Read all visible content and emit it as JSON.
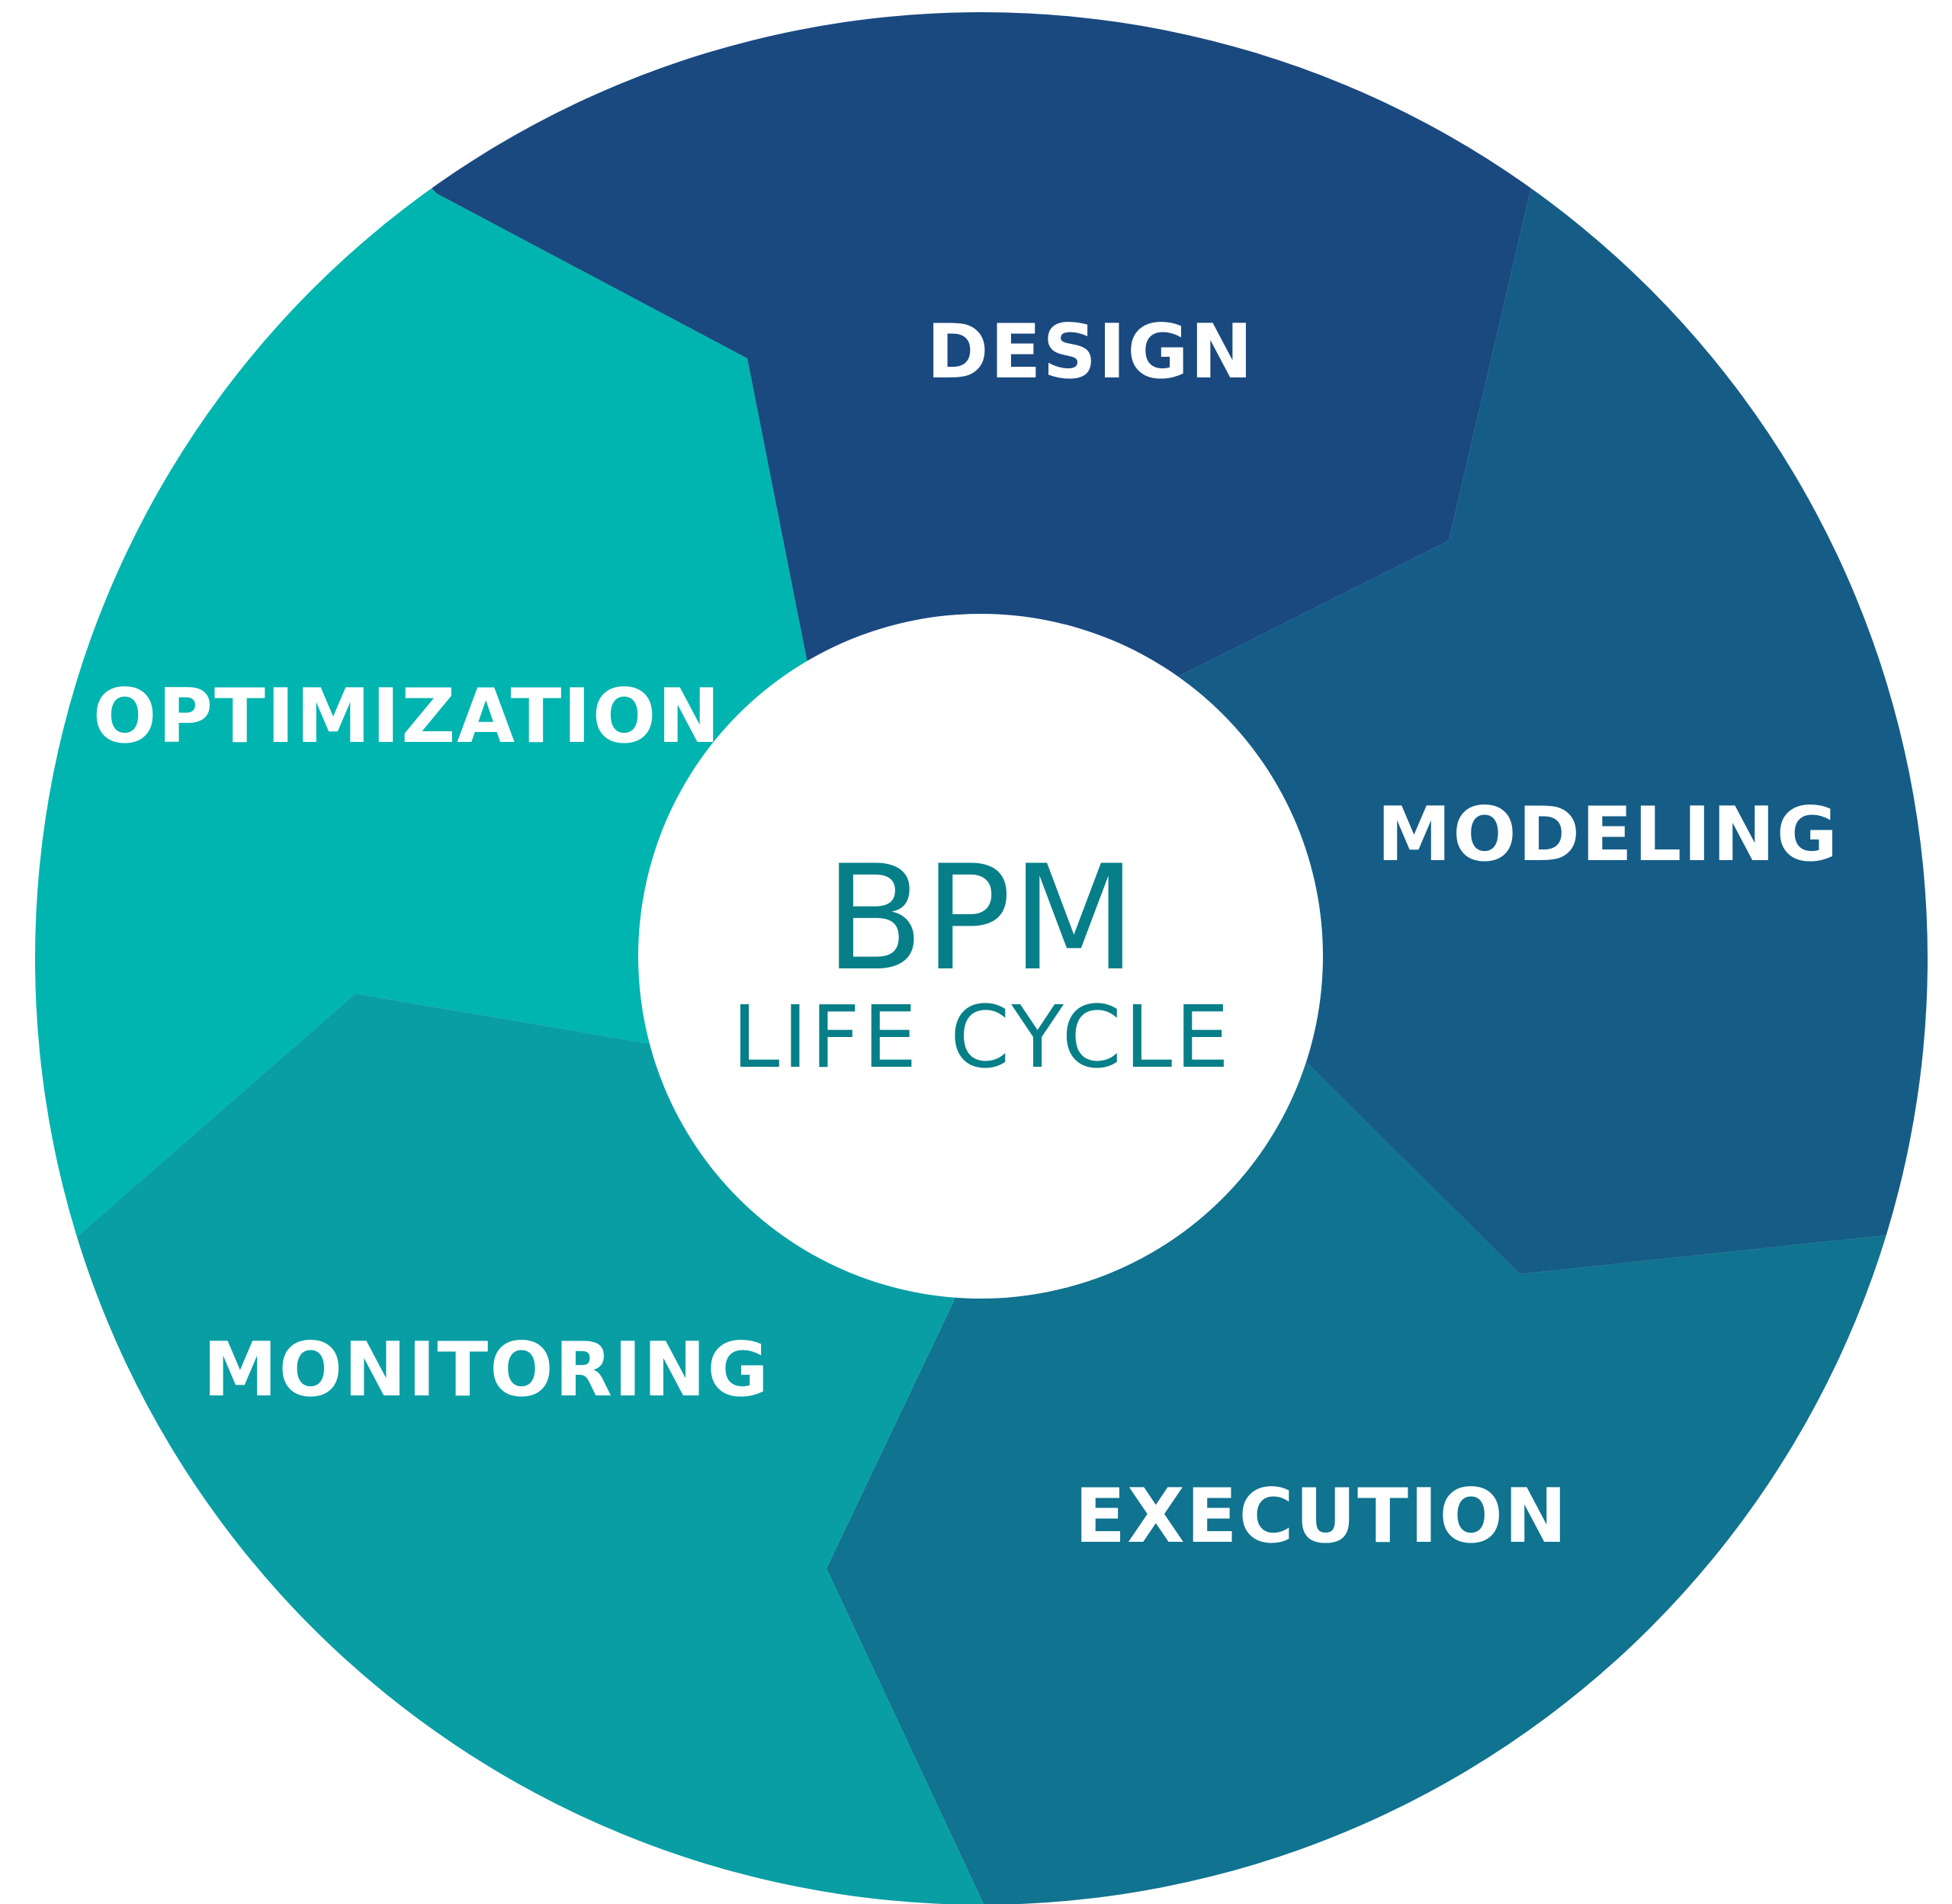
{
  "diagram": {
    "type": "cycle",
    "center": {
      "title": "BPM",
      "subtitle": "LIFE CYCLE",
      "color": "#077F88"
    },
    "stages": [
      {
        "id": "design",
        "label": "DESIGN",
        "color": "#1A4980",
        "order": 1
      },
      {
        "id": "modeling",
        "label": "MODELING",
        "color": "#155D87",
        "order": 2
      },
      {
        "id": "execution",
        "label": "EXECUTION",
        "color": "#10738F",
        "order": 3
      },
      {
        "id": "monitoring",
        "label": "MONITORING",
        "color": "#089EA4",
        "order": 4
      },
      {
        "id": "optimization",
        "label": "OPTIMIZATION",
        "color": "#00B4AF",
        "order": 5
      }
    ],
    "label_color": "#FFFFFF"
  }
}
